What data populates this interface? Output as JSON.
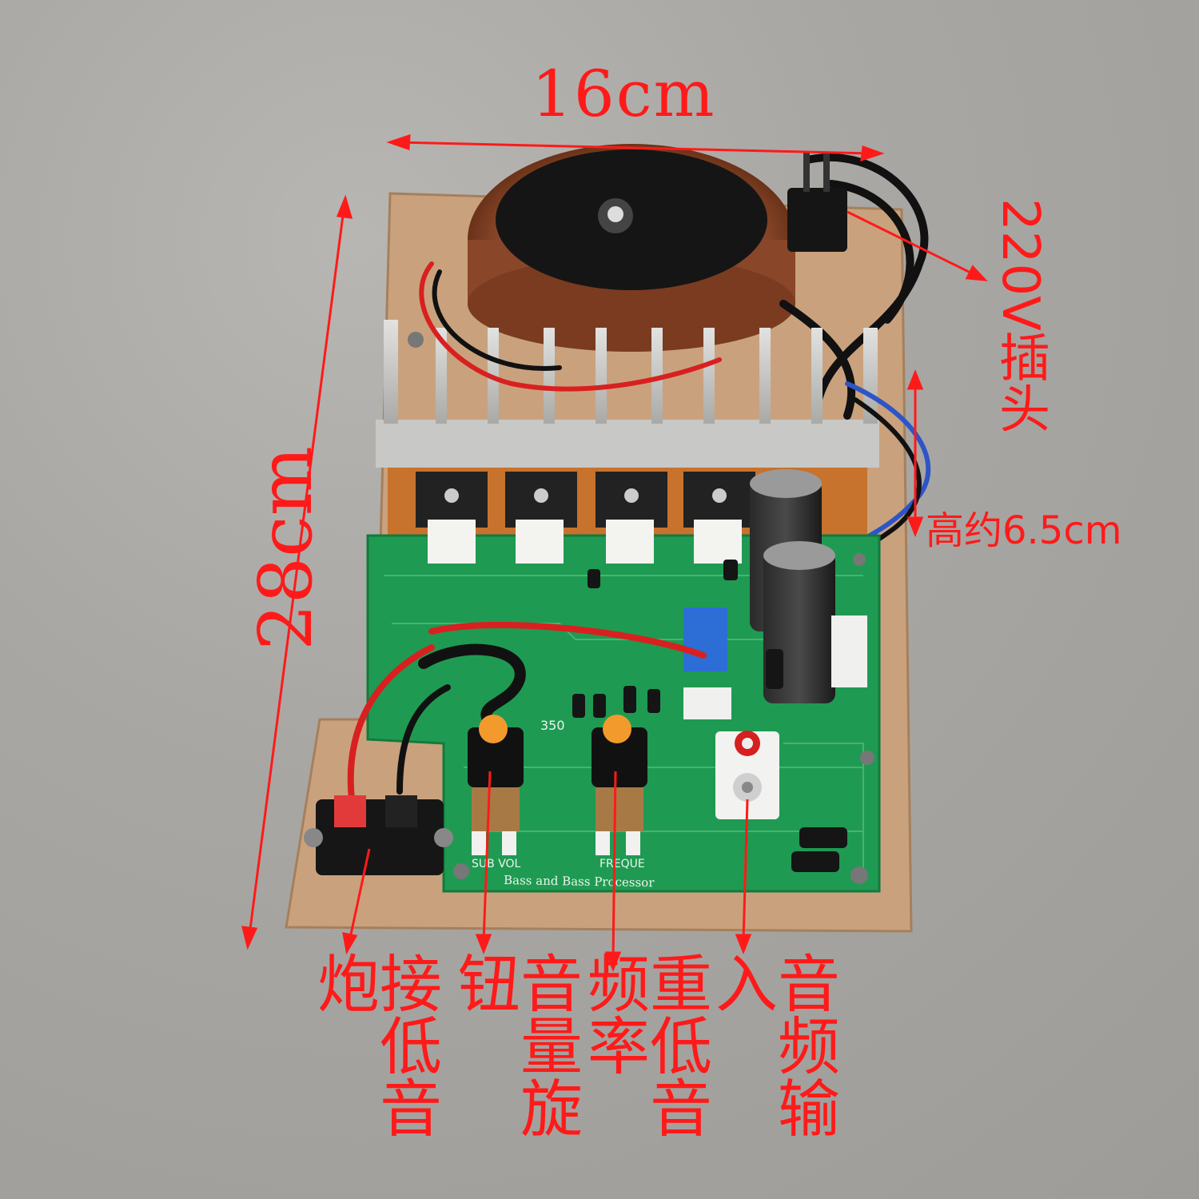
{
  "labels": {
    "width": "16cm",
    "height": "28cm",
    "tall": "高约6.5cm",
    "plug": "220V插头",
    "speaker": "接低音炮",
    "volume": "音量旋钮",
    "bass_freq": "重低音频率",
    "audio_in": "音频输入"
  },
  "board_text": {
    "sub_vol": "SUB VOL",
    "freque": "FREQUE",
    "processor": "Bass and Bass Processor",
    "model": "350"
  },
  "colors": {
    "annotation": "#ff1a1a",
    "pcb": "#1f9a52",
    "wood": "#c9a27d",
    "heatsink": "#c8c8c6"
  }
}
